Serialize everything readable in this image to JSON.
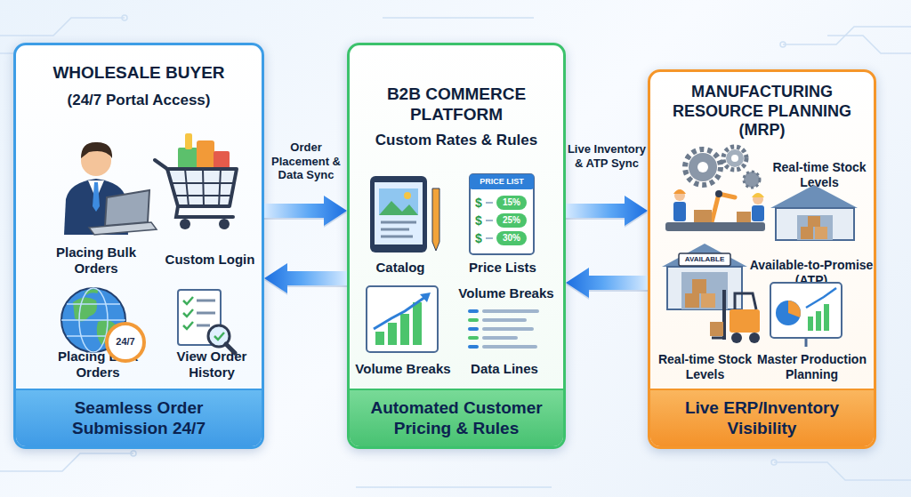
{
  "diagram": {
    "nodes": [
      {
        "text": [
          "WHOLESALE BUYER",
          "(24/7 Portal Access)",
          "Placing Bulk Orders",
          "Custom Login",
          "Placing Bulk Orders",
          "View Order History"
        ]
      },
      {
        "text": [
          "Seamless Order Submission 24/7"
        ],
        "in": 0
      },
      {
        "text": [
          "B2B COMMERCE PLATFORM",
          "Custom Rates & Rules",
          "Catalog",
          "Price Lists",
          "Volume Breaks",
          "Volume Breaks",
          "Data Lines"
        ]
      },
      {
        "text": [
          "Automated Customer Pricing & Rules"
        ],
        "in": 2
      },
      {
        "text": [
          "MANUFACTURING RESOURCE PLANNING (MRP)",
          "Real-time Stock Levels",
          "Available-to-Promise (ATP)",
          "Real-time Stock Levels",
          "Master Production Planning"
        ]
      },
      {
        "text": [
          "Live ERP/Inventory Visibility"
        ],
        "in": 4
      }
    ],
    "edges": [
      {
        "from": 0,
        "to": 2,
        "label": "Order Placement & Data Sync",
        "arrow": "to"
      },
      {
        "from": 2,
        "to": 0,
        "arrow": "to"
      },
      {
        "from": 2,
        "to": 4,
        "label": "Live Inventory & ATP Sync",
        "arrow": "to"
      },
      {
        "from": 4,
        "to": 2,
        "arrow": "to"
      }
    ],
    "labels": [
      "24/7",
      "PRICE LIST",
      "$",
      "15%",
      "$",
      "25%",
      "$",
      "30%",
      "AVAILABLE"
    ]
  }
}
